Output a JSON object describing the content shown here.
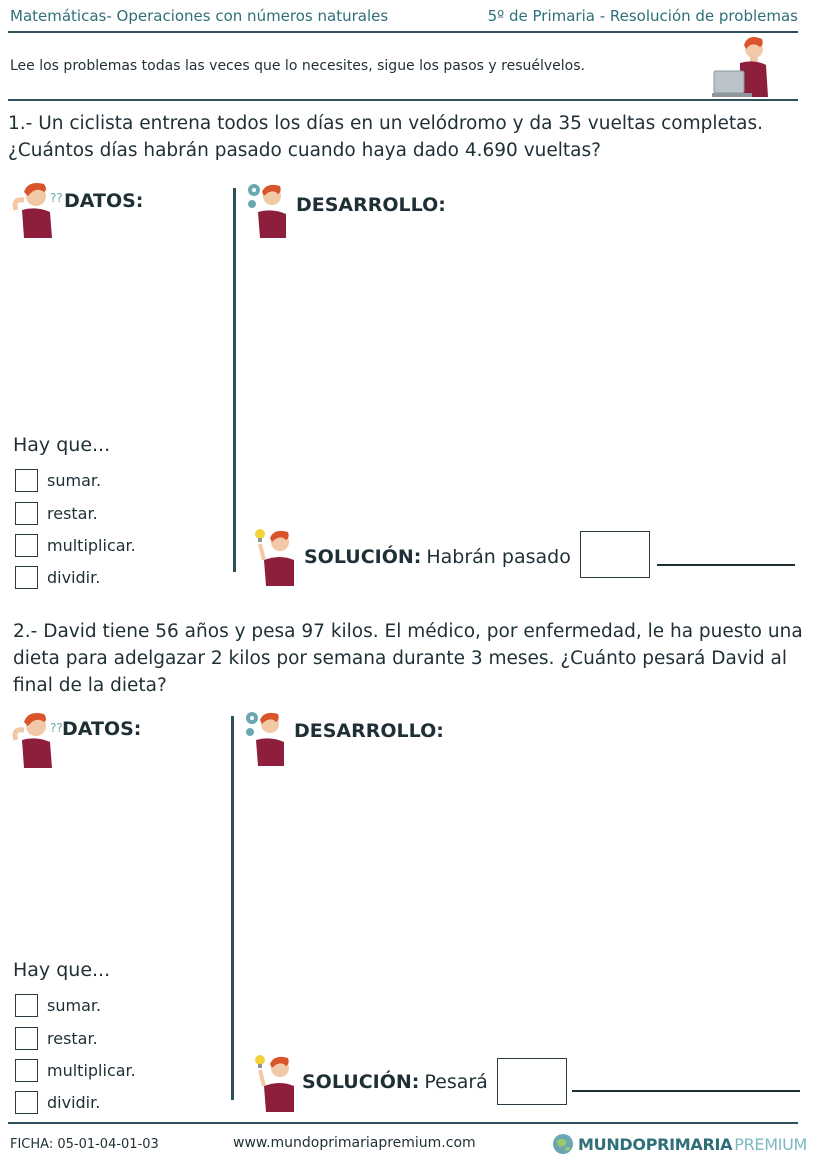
{
  "header": {
    "left": "Matemáticas- Operaciones con números naturales",
    "right": "5º de Primaria - Resolución de problemas"
  },
  "instructions": "Lee los problemas todas las veces que lo necesites, sigue los pasos y resuélvelos.",
  "problems": [
    {
      "statement": "1.- Un ciclista entrena todos los días en un velódromo y da 35 vueltas completas. ¿Cuántos días habrán pasado cuando haya dado 4.690 vueltas?",
      "datos_label": "DATOS:",
      "desarrollo_label": "DESARROLLO:",
      "hayque_label": "Hay que...",
      "options": [
        "sumar.",
        "restar.",
        "multiplicar.",
        "dividir."
      ],
      "solucion_label": "SOLUCIÓN:",
      "solucion_text": "Habrán pasado"
    },
    {
      "statement": "2.- David tiene 56 años y pesa 97 kilos. El médico, por enfermedad, le ha puesto una dieta para adelgazar 2 kilos por semana durante 3 meses. ¿Cuánto pesará David al final de la dieta?",
      "datos_label": "DATOS:",
      "desarrollo_label": "DESARROLLO:",
      "hayque_label": "Hay que...",
      "options": [
        "sumar.",
        "restar.",
        "multiplicar.",
        "dividir."
      ],
      "solucion_label": "SOLUCIÓN:",
      "solucion_text": "Pesará"
    }
  ],
  "footer": {
    "ficha": "FICHA:  05-01-04-01-03",
    "url": "www.mundoprimariapremium.com",
    "brand_main": "MUNDOPRIMARIA",
    "brand_premium": "PREMIUM"
  },
  "colors": {
    "accent": "#2f6f78",
    "sweater": "#8e1f3c",
    "hair": "#d9532b"
  }
}
